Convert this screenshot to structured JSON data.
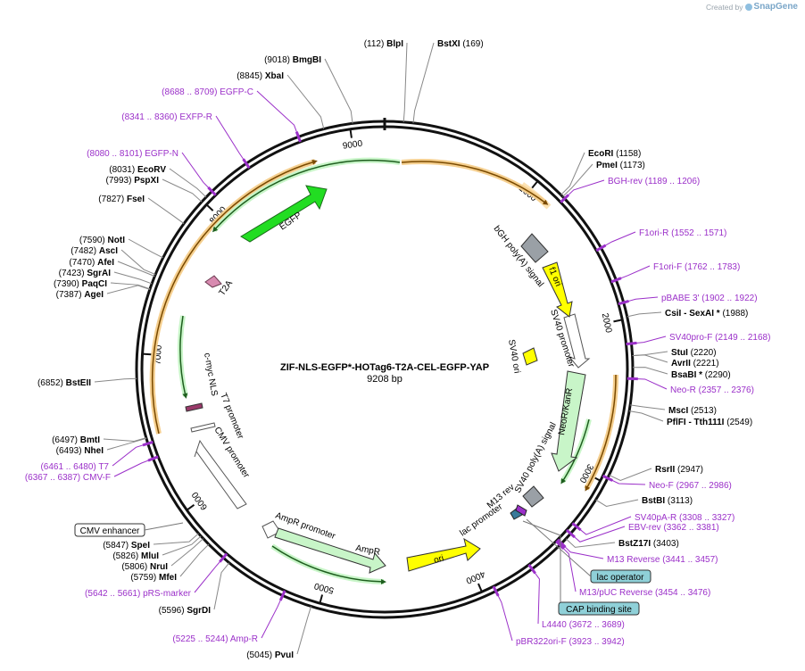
{
  "credit": {
    "prefix": "Created by",
    "brand": "SnapGene"
  },
  "plasmid": {
    "name": "ZIF-NLS-EGFP*-HOTag6-T2A-CEL-EGFP-YAP",
    "length_label": "9208 bp",
    "length_bp": 9208
  },
  "ticks": [
    "1000",
    "2000",
    "3000",
    "4000",
    "5000",
    "6000",
    "7000",
    "8000",
    "9000"
  ],
  "sites": [
    {
      "pos": "(112)",
      "name": "BlpI",
      "type": "enzyme"
    },
    {
      "pos": "(169)",
      "name": "BstXI",
      "type": "enzyme"
    },
    {
      "pos": "(9018)",
      "name": "BmgBI",
      "type": "enzyme"
    },
    {
      "pos": "(8845)",
      "name": "XbaI",
      "type": "enzyme"
    },
    {
      "pos": "(8688 .. 8709)",
      "name": "EGFP-C",
      "type": "primer"
    },
    {
      "pos": "(8341 .. 8360)",
      "name": "EXFP-R",
      "type": "primer"
    },
    {
      "pos": "(8080 .. 8101)",
      "name": "EGFP-N",
      "type": "primer"
    },
    {
      "pos": "(8031)",
      "name": "EcoRV",
      "type": "enzyme"
    },
    {
      "pos": "(7993)",
      "name": "PspXI",
      "type": "enzyme"
    },
    {
      "pos": "(7827)",
      "name": "FseI",
      "type": "enzyme"
    },
    {
      "pos": "(7590)",
      "name": "NotI",
      "type": "enzyme"
    },
    {
      "pos": "(7482)",
      "name": "AscI",
      "type": "enzyme"
    },
    {
      "pos": "(7470)",
      "name": "AfeI",
      "type": "enzyme"
    },
    {
      "pos": "(7423)",
      "name": "SgrAI",
      "type": "enzyme"
    },
    {
      "pos": "(7390)",
      "name": "PaqCI",
      "type": "enzyme"
    },
    {
      "pos": "(7387)",
      "name": "AgeI",
      "type": "enzyme"
    },
    {
      "pos": "(6852)",
      "name": "BstEII",
      "type": "enzyme"
    },
    {
      "pos": "(6497)",
      "name": "BmtI",
      "type": "enzyme"
    },
    {
      "pos": "(6493)",
      "name": "NheI",
      "type": "enzyme"
    },
    {
      "pos": "(6461 .. 6480)",
      "name": "T7",
      "type": "primer"
    },
    {
      "pos": "(6367 .. 6387)",
      "name": "CMV-F",
      "type": "primer"
    },
    {
      "pos": "(5847)",
      "name": "SpeI",
      "type": "enzyme"
    },
    {
      "pos": "(5826)",
      "name": "MluI",
      "type": "enzyme"
    },
    {
      "pos": "(5806)",
      "name": "NruI",
      "type": "enzyme"
    },
    {
      "pos": "(5759)",
      "name": "MfeI",
      "type": "enzyme"
    },
    {
      "pos": "(5642 .. 5661)",
      "name": "pRS-marker",
      "type": "primer"
    },
    {
      "pos": "(5596)",
      "name": "SgrDI",
      "type": "enzyme"
    },
    {
      "pos": "(5225 .. 5244)",
      "name": "Amp-R",
      "type": "primer"
    },
    {
      "pos": "(5045)",
      "name": "PvuI",
      "type": "enzyme"
    },
    {
      "pos": "(1158)",
      "name": "EcoRI",
      "type": "enzyme"
    },
    {
      "pos": "(1173)",
      "name": "PmeI",
      "type": "enzyme"
    },
    {
      "pos": "(1189 .. 1206)",
      "name": "BGH-rev",
      "type": "primer"
    },
    {
      "pos": "(1552 .. 1571)",
      "name": "F1ori-R",
      "type": "primer"
    },
    {
      "pos": "(1762 .. 1783)",
      "name": "F1ori-F",
      "type": "primer"
    },
    {
      "pos": "(1902 .. 1922)",
      "name": "pBABE 3'",
      "type": "primer"
    },
    {
      "pos": "(1988)",
      "name": "CsiI  -  SexAI *",
      "type": "enzyme"
    },
    {
      "pos": "(2149 .. 2168)",
      "name": "SV40pro-F",
      "type": "primer"
    },
    {
      "pos": "(2220)",
      "name": "StuI",
      "type": "enzyme"
    },
    {
      "pos": "(2221)",
      "name": "AvrII",
      "type": "enzyme"
    },
    {
      "pos": "(2290)",
      "name": "BsaBI *",
      "type": "enzyme"
    },
    {
      "pos": "(2357 .. 2376)",
      "name": "Neo-R",
      "type": "primer"
    },
    {
      "pos": "(2513)",
      "name": "MscI",
      "type": "enzyme"
    },
    {
      "pos": "(2549)",
      "name": "PflFI  -  Tth111I",
      "type": "enzyme"
    },
    {
      "pos": "(2947)",
      "name": "RsrII",
      "type": "enzyme"
    },
    {
      "pos": "(2967 .. 2986)",
      "name": "Neo-F",
      "type": "primer"
    },
    {
      "pos": "(3113)",
      "name": "BstBI",
      "type": "enzyme"
    },
    {
      "pos": "(3308 .. 3327)",
      "name": "SV40pA-R",
      "type": "primer"
    },
    {
      "pos": "(3362 .. 3381)",
      "name": "EBV-rev",
      "type": "primer"
    },
    {
      "pos": "(3403)",
      "name": "BstZ17I",
      "type": "enzyme"
    },
    {
      "pos": "(3441 .. 3457)",
      "name": "M13 Reverse",
      "type": "primer"
    },
    {
      "pos": "(3454 .. 3476)",
      "name": "M13/pUC Reverse",
      "type": "primer"
    },
    {
      "pos": "(3672 .. 3689)",
      "name": "L4440",
      "type": "primer"
    },
    {
      "pos": "(3923 .. 3942)",
      "name": "pBR322ori-F",
      "type": "primer"
    }
  ],
  "boxed_labels": [
    {
      "name": "CMV enhancer",
      "style": "white"
    },
    {
      "name": "lac operator",
      "style": "teal"
    },
    {
      "name": "CAP binding site",
      "style": "teal"
    }
  ],
  "features": [
    "EGFP",
    "T2A",
    "c-myc NLS",
    "T7 promoter",
    "CMV promoter",
    "AmpR promoter",
    "AmpR",
    "ori",
    "lac promoter",
    "M13 rev",
    "SV40 poly(A) signal",
    "NeoR/KanR",
    "SV40 ori",
    "SV40 promoter",
    "f1 ori",
    "bGH poly(A) signal"
  ],
  "colors": {
    "primer": "#9b30c9",
    "enzyme": "#000000",
    "backbone": "#111111",
    "orf_outline": "#e8a94a",
    "egfp": "#22dd22",
    "ampr": "#c8f5c8",
    "ori": "#ffff00",
    "polyA": "#9aa0a6",
    "t2a": "#d88ab0",
    "teal_box": "#8fd0d8"
  }
}
